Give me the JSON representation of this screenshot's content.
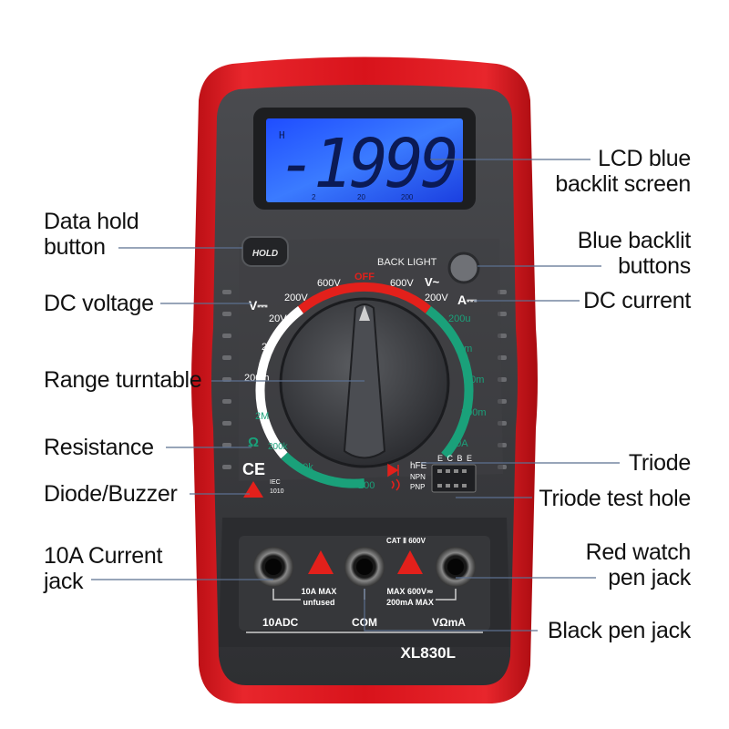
{
  "display": {
    "reading": "-1999",
    "hold_indicator": "H",
    "scale_marks": [
      "2",
      "20",
      "200"
    ]
  },
  "controls": {
    "hold_button": "HOLD",
    "backlight_label": "BACK LIGHT"
  },
  "dial": {
    "off_label": "OFF",
    "dcv_symbol": "V⎓",
    "acv_label": "V~",
    "dca_symbol": "A⎓",
    "ohm_symbol": "Ω",
    "dcv_ranges": [
      "600V",
      "200V",
      "20V",
      "2V",
      "200m"
    ],
    "acv_ranges": [
      "600V",
      "200V"
    ],
    "dca_ranges": [
      "200u",
      "2m",
      "20m",
      "200m",
      "10A"
    ],
    "ohm_ranges": [
      "2M",
      "200k",
      "20k",
      "2k",
      "200"
    ],
    "hfe_label": "hFE",
    "npn_label": "NPN",
    "pnp_label": "PNP",
    "triode_pins": "E C B E"
  },
  "markings": {
    "ce_mark": "CE",
    "iec_line1": "IEC",
    "iec_line2": "1010",
    "cat_rating": "CAT Ⅱ 600V",
    "jack_10a_line1": "10A MAX",
    "jack_10a_line2": "unfused",
    "jack_v_line1": "MAX 600V≂",
    "jack_v_line2": "200mA MAX",
    "jack_10adc": "10ADC",
    "jack_com": "COM",
    "jack_vohm": "VΩmA",
    "model": "XL830L"
  },
  "callouts": {
    "lcd": [
      "LCD blue",
      "backlit screen"
    ],
    "data_hold": [
      "Data hold",
      "button"
    ],
    "blue_backlit": [
      "Blue backlit",
      "buttons"
    ],
    "dc_voltage": "DC voltage",
    "dc_current": "DC current",
    "range_turntable": "Range turntable",
    "resistance": "Resistance",
    "triode": "Triode",
    "diode_buzzer": "Diode/Buzzer",
    "triode_test_hole": "Triode test hole",
    "current_jack": [
      "10A Current",
      "jack"
    ],
    "red_pen_jack": [
      "Red watch",
      "pen jack"
    ],
    "black_pen_jack": "Black pen jack"
  },
  "colors": {
    "body_red": "#d8131b",
    "face_dark": "#3a3b3e",
    "lcd_blue": "#2a5cff",
    "dial_green": "#1aa17a",
    "accent_red": "#e3201b"
  }
}
